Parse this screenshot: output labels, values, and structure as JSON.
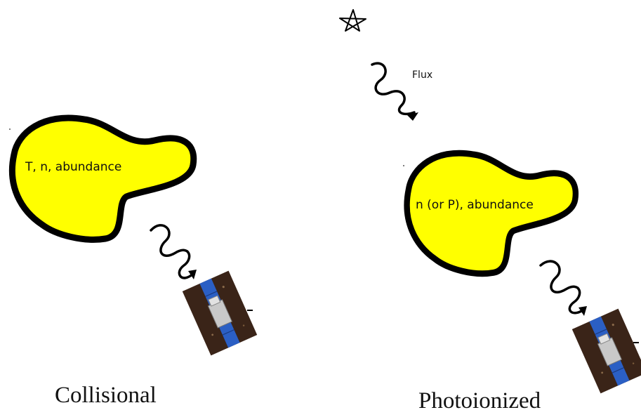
{
  "panels": {
    "collisional": {
      "blob_label": "T, n, abundance",
      "caption": "Collisional"
    },
    "photoionized": {
      "blob_label": "n (or P), abundance",
      "flux_label": "Flux",
      "caption": "Photoionized"
    }
  },
  "colors": {
    "cloud_fill": "#ffff00",
    "outline": "#000000",
    "satellite_panel": "#2b5fc4",
    "satellite_background": "#3a2418"
  },
  "icons": {
    "source": "star-icon",
    "detector": "satellite-icon"
  }
}
